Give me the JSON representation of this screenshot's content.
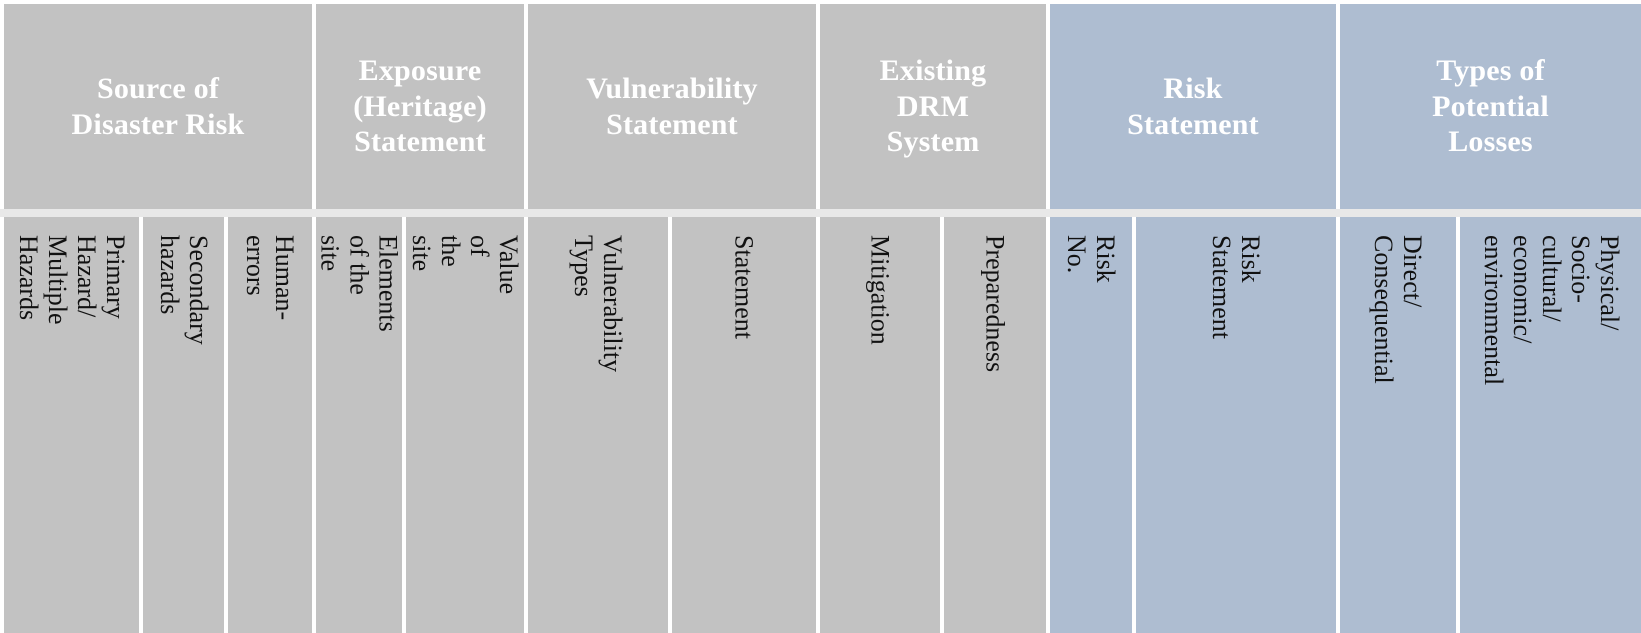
{
  "table": {
    "kind": "disaster-risk-management-matrix-header",
    "colors": {
      "group_header_grey": "#c2c2c2",
      "group_header_blue": "#aebdd1",
      "group_header_text": "#ffffff",
      "sub_header_text": "#111111",
      "rule": "#e8e8e8",
      "page_background": "#ffffff"
    },
    "groups": [
      {
        "id": "source-of-disaster-risk",
        "label": "Source of\nDisaster Risk",
        "tone": "grey",
        "span": 3
      },
      {
        "id": "exposure-heritage-statement",
        "label": "Exposure\n(Heritage)\nStatement",
        "tone": "grey",
        "span": 2
      },
      {
        "id": "vulnerability-statement",
        "label": "Vulnerability\nStatement",
        "tone": "grey",
        "span": 2
      },
      {
        "id": "existing-drm-system",
        "label": "Existing\nDRM\nSystem",
        "tone": "grey",
        "span": 2
      },
      {
        "id": "risk-statement",
        "label": "Risk\nStatement",
        "tone": "blue",
        "span": 2
      },
      {
        "id": "types-of-potential-losses",
        "label": "Types of\nPotential\nLosses",
        "tone": "blue",
        "span": 2
      }
    ],
    "columns": [
      {
        "id": "primary-hazard-multiple-hazards",
        "label": "Primary Hazard/\nMultiple Hazards",
        "group": "source-of-disaster-risk",
        "tone": "grey"
      },
      {
        "id": "secondary-hazards",
        "label": "Secondary hazards",
        "group": "source-of-disaster-risk",
        "tone": "grey"
      },
      {
        "id": "human-errors",
        "label": "Human-errors",
        "group": "source-of-disaster-risk",
        "tone": "grey"
      },
      {
        "id": "elements-of-the-site",
        "label": "Elements of the site",
        "group": "exposure-heritage-statement",
        "tone": "grey"
      },
      {
        "id": "value-of-the-site",
        "label": "Value of the site",
        "group": "exposure-heritage-statement",
        "tone": "grey"
      },
      {
        "id": "vulnerability-types",
        "label": "Vulnerability Types",
        "group": "vulnerability-statement",
        "tone": "grey"
      },
      {
        "id": "vulnerability-statement-text",
        "label": "Statement",
        "group": "vulnerability-statement",
        "tone": "grey"
      },
      {
        "id": "mitigation",
        "label": "Mitigation",
        "group": "existing-drm-system",
        "tone": "grey"
      },
      {
        "id": "preparedness",
        "label": "Preparedness",
        "group": "existing-drm-system",
        "tone": "grey"
      },
      {
        "id": "risk-no",
        "label": "Risk No.",
        "group": "risk-statement",
        "tone": "blue"
      },
      {
        "id": "risk-statement-text",
        "label": "Risk Statement",
        "group": "risk-statement",
        "tone": "blue"
      },
      {
        "id": "direct-consequential",
        "label": "Direct/ Consequential",
        "group": "types-of-potential-losses",
        "tone": "blue"
      },
      {
        "id": "physical-socio-cultural-economic-environmental",
        "label": "Physical/ Socio-\ncultural/ economic/\nenvironmental",
        "group": "types-of-potential-losses",
        "tone": "blue"
      }
    ]
  }
}
